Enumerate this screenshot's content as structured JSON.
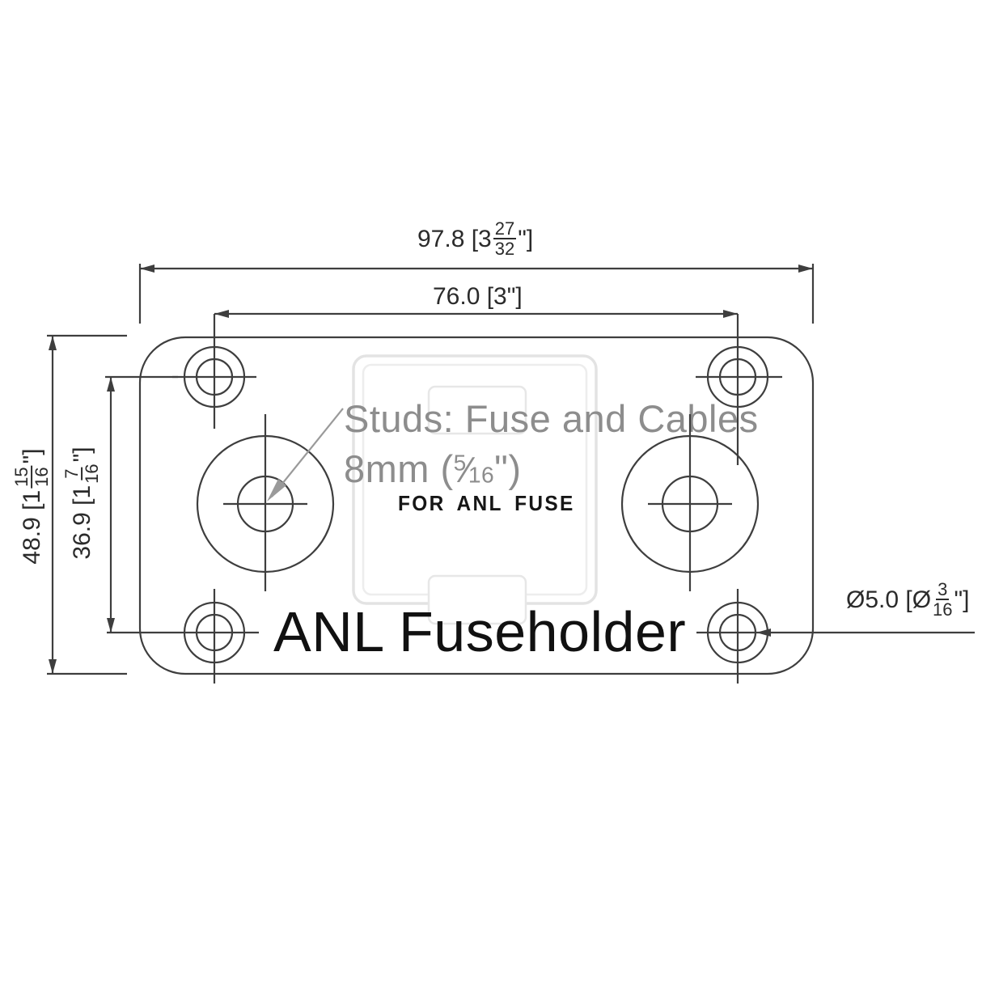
{
  "drawing": {
    "title": "ANL Fuseholder",
    "engraving": "FOR ANL FUSE",
    "note": {
      "line1": "Studs: Fuse and Cables",
      "line2_prefix": "8mm (",
      "frac_num": "5",
      "frac_slash": "⁄",
      "frac_den": "16",
      "line2_suffix": "\")"
    },
    "dimensions": {
      "overall_width": {
        "prefix": "97.8 [3",
        "frac_num": "27",
        "frac_den": "32",
        "suffix": "\"]"
      },
      "stud_spacing_width": {
        "text": "76.0 [3\"]"
      },
      "overall_height": {
        "prefix": "48.9 [1",
        "frac_num": "15",
        "frac_den": "16",
        "suffix": "\"]"
      },
      "hole_spacing_height": {
        "prefix": "36.9 [1",
        "frac_num": "7",
        "frac_den": "16",
        "suffix": "\"]"
      },
      "mount_hole_diameter": {
        "prefix": "Ø5.0 [Ø",
        "frac_num": "3",
        "frac_den": "16",
        "suffix": "\"]"
      }
    },
    "colors": {
      "line": "#3e3e3e",
      "dim_text": "#2b2b2b",
      "note_text": "#8d8d8d",
      "cover_outline": "#e3e3e3",
      "background": "#ffffff"
    }
  }
}
